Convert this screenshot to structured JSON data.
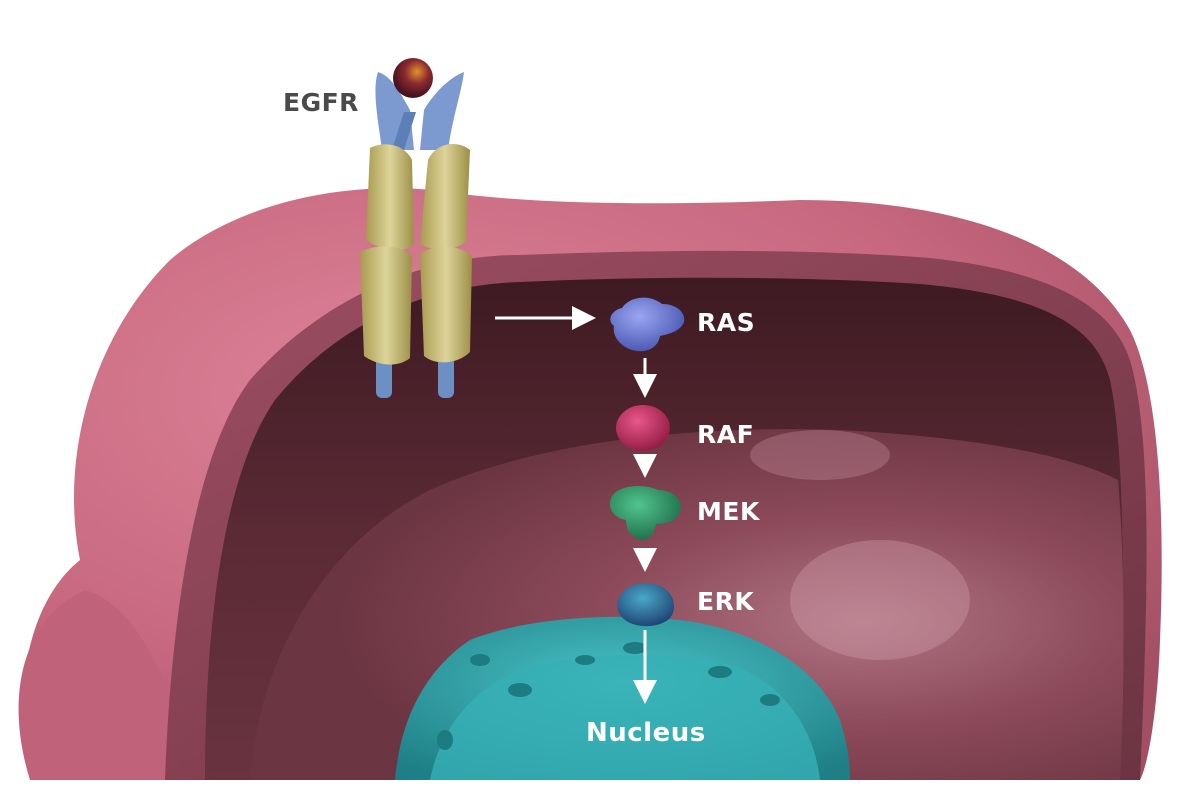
{
  "labels": {
    "egfr": "EGFR",
    "ras": "RAS",
    "raf": "RAF",
    "mek": "MEK",
    "erk": "ERK",
    "nucleus": "Nucleus"
  },
  "colors": {
    "membrane_outer": "#c7687f",
    "membrane_inner": "#5e2c38",
    "cytoplasm": "#8a4555",
    "nucleus": "#2fa3a8",
    "egfr_receptor": "#c9bd7a",
    "egfr_stalk": "#6c8fc4",
    "ligand": "#7a1f30",
    "ras": "#6f7fd8",
    "raf": "#c42a5a",
    "mek": "#2e9a6a",
    "erk": "#2a5f93",
    "arrow": "#ffffff"
  }
}
